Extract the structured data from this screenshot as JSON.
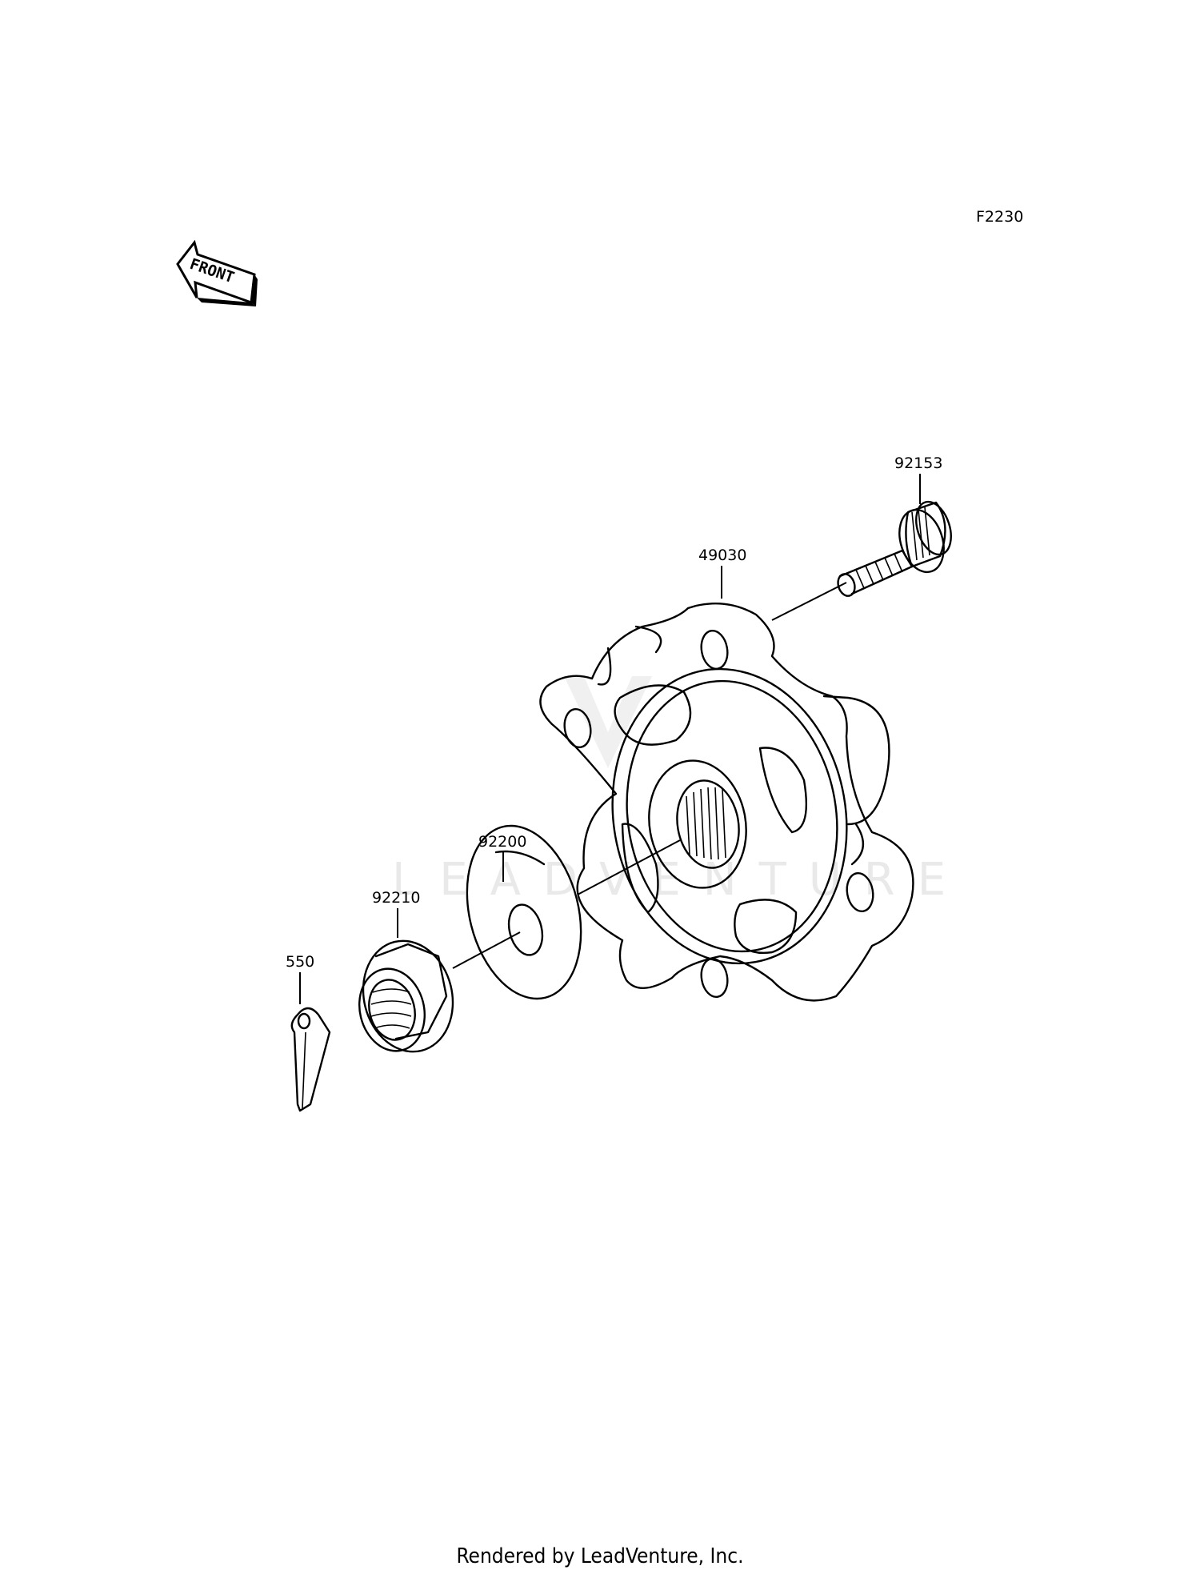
{
  "diagram_code": "F2230",
  "front_badge": "FRONT",
  "watermark": "LEADVENTURE",
  "parts": [
    {
      "number": "92153"
    },
    {
      "number": "49030"
    },
    {
      "number": "92200"
    },
    {
      "number": "92210"
    },
    {
      "number": "550"
    }
  ],
  "footer": "Rendered by LeadVenture, Inc."
}
